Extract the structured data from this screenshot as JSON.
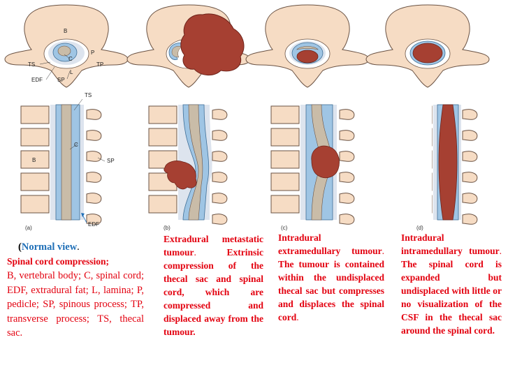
{
  "labels": {
    "vertebra_top": {
      "B": "B",
      "P": "P",
      "C": "C",
      "TS": "TS",
      "TP": "TP",
      "L": "L",
      "EDF": "EDF",
      "SP": "SP"
    },
    "spine_side": {
      "TS": "TS",
      "C": "C",
      "B": "B",
      "SP": "SP",
      "EDF": "EDF"
    }
  },
  "panel_letters": [
    "(a)",
    "(b)",
    "(c)",
    "(d)"
  ],
  "captions": {
    "a": {
      "prefix": "(",
      "title": "Normal view",
      "suffix": ".",
      "heading": "Spinal cord compression;",
      "text": "B, vertebral body; C, spinal cord; EDF, extradural fat; L, lamina; P, pedicle; SP, spinous process; TP, transverse process; TS, thecal sac."
    },
    "b": {
      "title": "Extradural metastatic tumour",
      "title_end": ".",
      "text": "Extrinsic compression of the thecal sac and spinal cord, which are compressed and displaced away from the tumour."
    },
    "c": {
      "title": "Intradural extramedullary tumour",
      "title_end": ".",
      "text1": "The tumour is contained within the undisplaced thecal sac but compresses and displaces the spinal cord",
      "text_end": "."
    },
    "d": {
      "title": "Intradural intramedullary tumour",
      "title_end": ".",
      "text": "The spinal cord is expanded but undisplaced with little or no visualization of the CSF in the thecal sac around the spinal cord."
    }
  },
  "colors": {
    "bone": "#f6dcc4",
    "bone_outline": "#6b5344",
    "fat": "#dde4ee",
    "csf": "#9fc5e4",
    "cord": "#c9bca8",
    "tumour": "#a64032",
    "caption_red": "#e3000f",
    "caption_blue": "#1f6fb7"
  }
}
